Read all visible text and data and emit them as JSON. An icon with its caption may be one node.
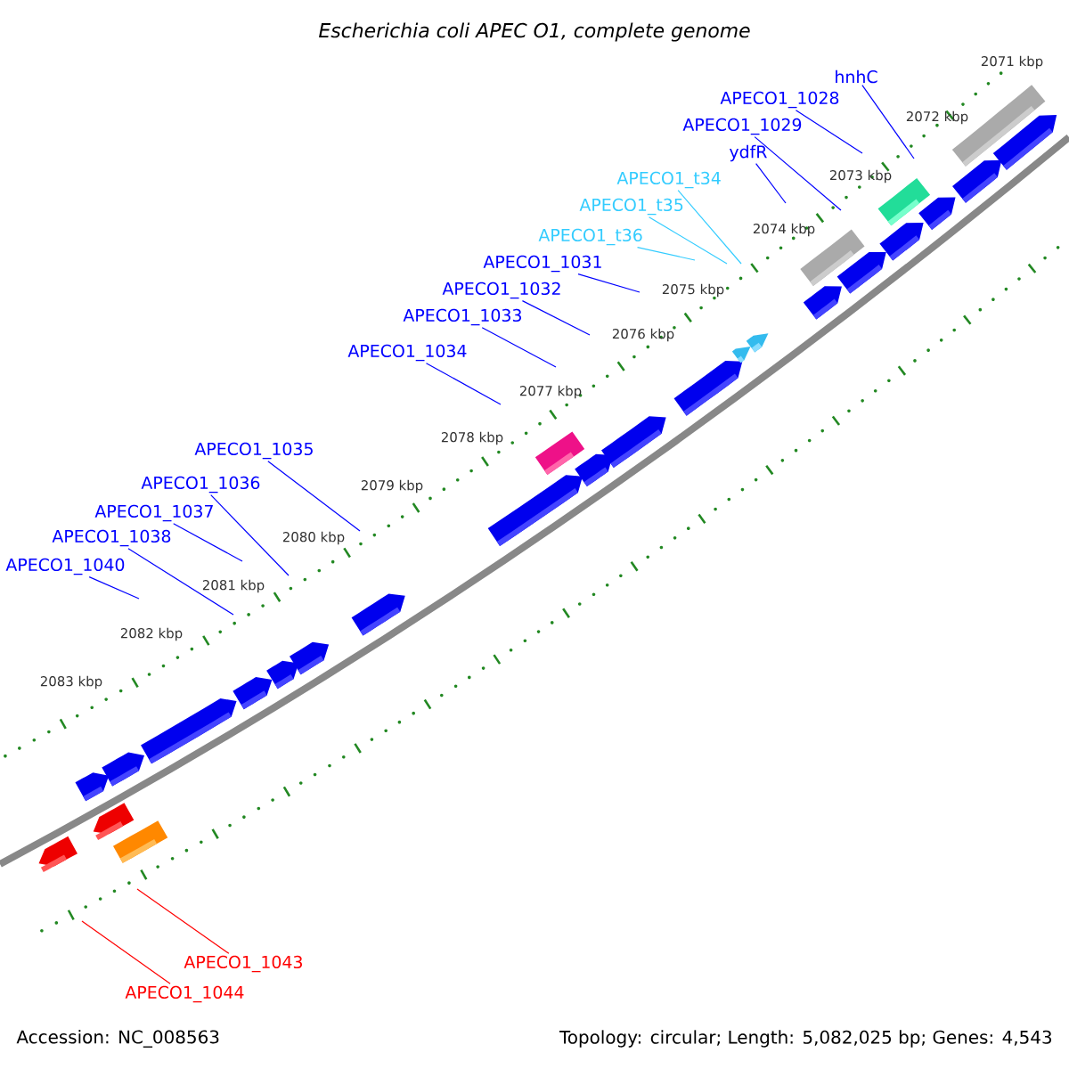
{
  "diagram": {
    "title": "Escherichia coli APEC O1, complete genome",
    "nodes": [
      {
        "text": [
          "hnhC"
        ]
      },
      {
        "text": [
          "APECO1_1028"
        ]
      },
      {
        "text": [
          "APECO1_1029"
        ]
      },
      {
        "text": [
          "ydfR"
        ]
      },
      {
        "text": [
          "APECO1_t34"
        ]
      },
      {
        "text": [
          "APECO1_t35"
        ]
      },
      {
        "text": [
          "APECO1_t36"
        ]
      },
      {
        "text": [
          "APECO1_1031"
        ]
      },
      {
        "text": [
          "APECO1_1032"
        ]
      },
      {
        "text": [
          "APECO1_1033"
        ]
      },
      {
        "text": [
          "APECO1_1034"
        ]
      },
      {
        "text": [
          "APECO1_1035"
        ]
      },
      {
        "text": [
          "APECO1_1036"
        ]
      },
      {
        "text": [
          "APECO1_1037"
        ]
      },
      {
        "text": [
          "APECO1_1038"
        ]
      },
      {
        "text": [
          "APECO1_1040"
        ]
      },
      {
        "text": [
          "APECO1_1043"
        ]
      },
      {
        "text": [
          "APECO1_1044"
        ]
      }
    ],
    "edges": [
      {
        "from": 0,
        "to": null,
        "arrow": "none"
      },
      {
        "from": 1,
        "to": null,
        "arrow": "none"
      },
      {
        "from": 2,
        "to": null,
        "arrow": "none"
      },
      {
        "from": 3,
        "to": null,
        "arrow": "none"
      },
      {
        "from": 4,
        "to": null,
        "arrow": "none",
        "color": "#33ccff"
      },
      {
        "from": 5,
        "to": null,
        "arrow": "none",
        "color": "#33ccff"
      },
      {
        "from": 6,
        "to": null,
        "arrow": "none",
        "color": "#33ccff"
      },
      {
        "from": 7,
        "to": null,
        "arrow": "none"
      },
      {
        "from": 8,
        "to": null,
        "arrow": "none"
      },
      {
        "from": 9,
        "to": null,
        "arrow": "none"
      },
      {
        "from": 10,
        "to": null,
        "arrow": "none"
      },
      {
        "from": 11,
        "to": null,
        "arrow": "none"
      },
      {
        "from": 12,
        "to": null,
        "arrow": "none"
      },
      {
        "from": 13,
        "to": null,
        "arrow": "none"
      },
      {
        "from": 14,
        "to": null,
        "arrow": "none"
      },
      {
        "from": 15,
        "to": null,
        "arrow": "none"
      },
      {
        "from": 16,
        "to": null,
        "arrow": "none",
        "color": "#ff0000"
      },
      {
        "from": 17,
        "to": null,
        "arrow": "none",
        "color": "#ff0000"
      }
    ],
    "labels": [
      "2071 kbp",
      "2072 kbp",
      "2073 kbp",
      "2074 kbp",
      "2075 kbp",
      "2076 kbp",
      "2077 kbp",
      "2078 kbp",
      "2079 kbp",
      "2080 kbp",
      "2081 kbp",
      "2082 kbp",
      "2083 kbp",
      "Accession: NC_008563",
      "Topology: circular; Length: 5,082,025 bp; Genes: 4,543"
    ]
  }
}
